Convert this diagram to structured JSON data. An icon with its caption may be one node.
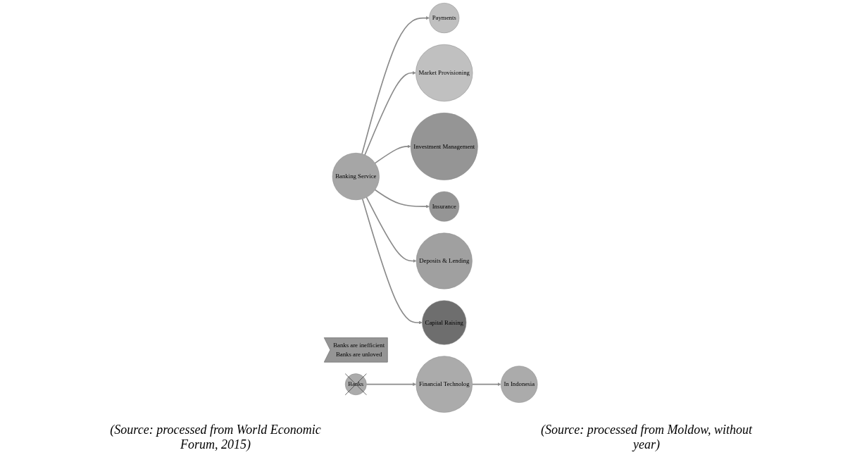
{
  "diagram": {
    "nodes": [
      {
        "text": [
          "Banking Service"
        ]
      },
      {
        "text": [
          "Payments"
        ]
      },
      {
        "text": [
          "Market Provisioning"
        ]
      },
      {
        "text": [
          "Investment Management"
        ]
      },
      {
        "text": [
          "Insurance"
        ]
      },
      {
        "text": [
          "Deposits & Lending"
        ]
      },
      {
        "text": [
          "Capital Raising"
        ]
      },
      {
        "text": [
          "Banks are inefficient",
          "Banks are unloved"
        ]
      },
      {
        "text": [
          "Banks"
        ]
      },
      {
        "text": [
          "Financial Technolog"
        ]
      },
      {
        "text": [
          "In Indonesia"
        ]
      }
    ],
    "edges": [
      {
        "from": 0,
        "to": 1,
        "arrow": "to"
      },
      {
        "from": 0,
        "to": 2,
        "arrow": "to"
      },
      {
        "from": 0,
        "to": 3,
        "arrow": "to"
      },
      {
        "from": 0,
        "to": 4,
        "arrow": "to"
      },
      {
        "from": 0,
        "to": 5,
        "arrow": "to"
      },
      {
        "from": 0,
        "to": 6,
        "arrow": "to"
      },
      {
        "from": 8,
        "to": 9,
        "arrow": "to"
      },
      {
        "from": 9,
        "to": 10,
        "arrow": "to"
      }
    ],
    "labels": [
      "(Source: processed from World Economic Forum, 2015)",
      "(Source: processed from Moldow, without year)"
    ]
  }
}
